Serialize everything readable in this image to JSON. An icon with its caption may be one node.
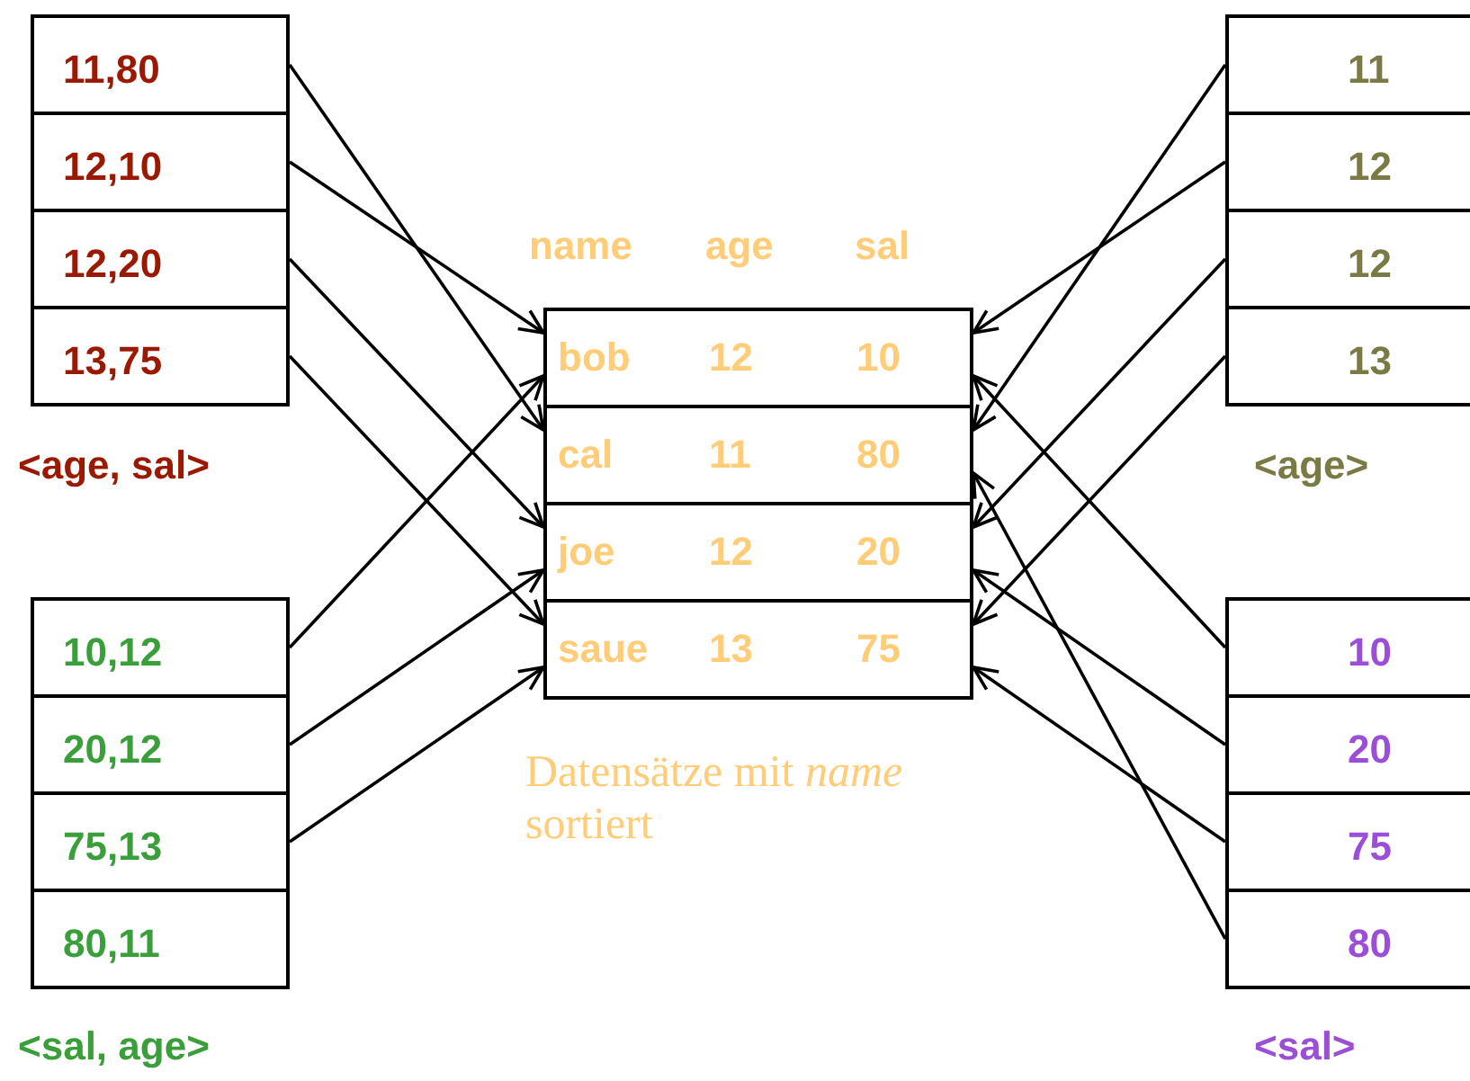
{
  "diagram": {
    "nodes": [
      {
        "text": [
          "11,80"
        ]
      },
      {
        "text": [
          "12,10"
        ]
      },
      {
        "text": [
          "12,20"
        ]
      },
      {
        "text": [
          "13,75"
        ]
      },
      {
        "text": [
          "11"
        ]
      },
      {
        "text": [
          "12"
        ]
      },
      {
        "text": [
          "12"
        ]
      },
      {
        "text": [
          "13"
        ]
      },
      {
        "text": [
          "bob",
          "12",
          "10"
        ]
      },
      {
        "text": [
          "cal",
          "11",
          "80"
        ]
      },
      {
        "text": [
          "joe",
          "12",
          "20"
        ]
      },
      {
        "text": [
          "saue",
          "13",
          "75"
        ]
      },
      {
        "text": [
          "10,12"
        ]
      },
      {
        "text": [
          "20,12"
        ]
      },
      {
        "text": [
          "75,13"
        ]
      },
      {
        "text": [
          "80,11"
        ]
      },
      {
        "text": [
          "10"
        ]
      },
      {
        "text": [
          "20"
        ]
      },
      {
        "text": [
          "75"
        ]
      },
      {
        "text": [
          "80"
        ]
      }
    ],
    "edges": [
      {
        "from": 0,
        "to": 9,
        "arrow": "to"
      },
      {
        "from": 1,
        "to": 8,
        "arrow": "to"
      },
      {
        "from": 2,
        "to": 10,
        "arrow": "to"
      },
      {
        "from": 3,
        "to": 11,
        "arrow": "to"
      },
      {
        "from": 4,
        "to": 9,
        "arrow": "to"
      },
      {
        "from": 5,
        "to": 8,
        "arrow": "to"
      },
      {
        "from": 6,
        "to": 10,
        "arrow": "to"
      },
      {
        "from": 7,
        "to": 11,
        "arrow": "to"
      },
      {
        "from": 12,
        "to": 8,
        "arrow": "to"
      },
      {
        "from": 13,
        "to": 10,
        "arrow": "to"
      },
      {
        "from": 14,
        "to": 11,
        "arrow": "to"
      },
      {
        "from": 16,
        "to": 8,
        "arrow": "to"
      },
      {
        "from": 17,
        "to": 10,
        "arrow": "to"
      },
      {
        "from": 18,
        "to": 11,
        "arrow": "to"
      },
      {
        "from": 19,
        "to": 9,
        "arrow": "to"
      }
    ],
    "labels": [
      "name",
      "age",
      "sal",
      "<age, sal>",
      "<age>",
      "Datensätze mit *name* sortiert",
      "<sal, age>",
      "<sal>"
    ]
  }
}
